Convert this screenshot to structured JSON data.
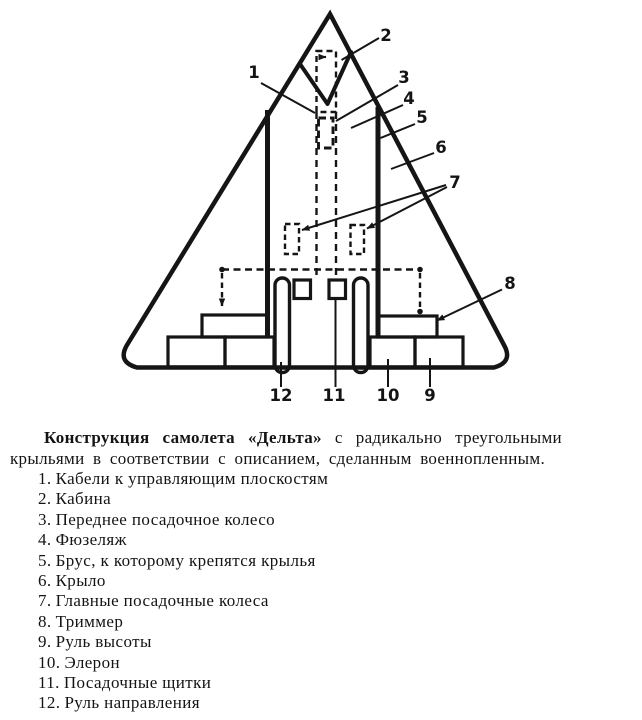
{
  "colors": {
    "ink": "#151515",
    "paper": "#ffffff"
  },
  "diagram": {
    "callouts": [
      "1",
      "2",
      "3",
      "4",
      "5",
      "6",
      "7",
      "8",
      "9",
      "10",
      "11",
      "12"
    ]
  },
  "caption": {
    "line1_bold": "Конструкция самолета «Дельта»",
    "line1_rest": "с радикально треугольными",
    "line2": "крыльями в соответствии с описанием, сделанным военнопленным."
  },
  "legend": {
    "items": [
      {
        "num": "1.",
        "label": "Кабели к управляющим плоскостям"
      },
      {
        "num": "2.",
        "label": "Кабина"
      },
      {
        "num": "3.",
        "label": "Переднее посадочное колесо"
      },
      {
        "num": "4.",
        "label": "Фюзеляж"
      },
      {
        "num": "5.",
        "label": "Брус, к которому крепятся крылья"
      },
      {
        "num": "6.",
        "label": "Крыло"
      },
      {
        "num": "7.",
        "label": "Главные посадочные колеса"
      },
      {
        "num": "8.",
        "label": "Триммер"
      },
      {
        "num": "9.",
        "label": "Руль высоты"
      },
      {
        "num": "10.",
        "label": "Элерон"
      },
      {
        "num": "11.",
        "label": "Посадочные щитки"
      },
      {
        "num": "12.",
        "label": "Руль направления"
      }
    ]
  }
}
